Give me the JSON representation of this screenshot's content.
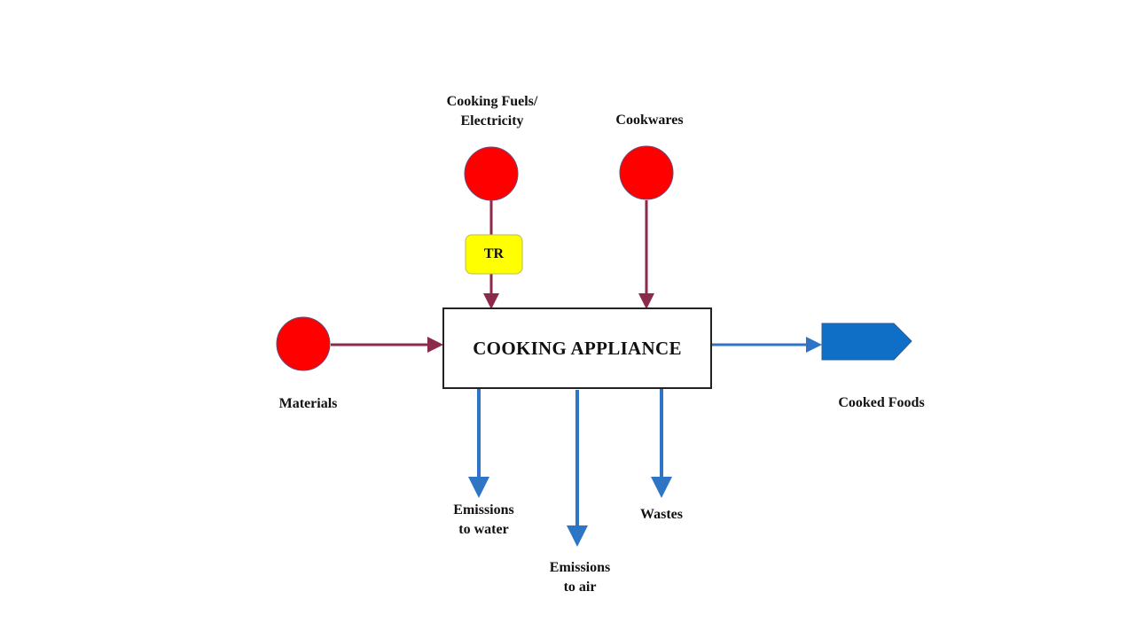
{
  "diagram": {
    "process": {
      "label": "COOKING APPLIANCE"
    },
    "transport": {
      "label": "TR"
    },
    "inputs": [
      {
        "id": "fuels",
        "label_line1": "Cooking Fuels/",
        "label_line2": "Electricity",
        "via": "TR"
      },
      {
        "id": "cookwares",
        "label": "Cookwares"
      },
      {
        "id": "materials",
        "label": "Materials"
      }
    ],
    "outputs": [
      {
        "id": "cooked-foods",
        "label": "Cooked Foods",
        "type": "product"
      },
      {
        "id": "emissions-water",
        "label_line1": "Emissions",
        "label_line2": "to water"
      },
      {
        "id": "emissions-air",
        "label_line1": "Emissions",
        "label_line2": "to air"
      },
      {
        "id": "wastes",
        "label": "Wastes"
      }
    ]
  },
  "colors": {
    "input_node": "#ff0000",
    "input_line": "#8b2a4a",
    "output_line": "#2e75c6",
    "product": "#0f6fc6",
    "transport": "#ffff00",
    "box_border": "#222222"
  }
}
